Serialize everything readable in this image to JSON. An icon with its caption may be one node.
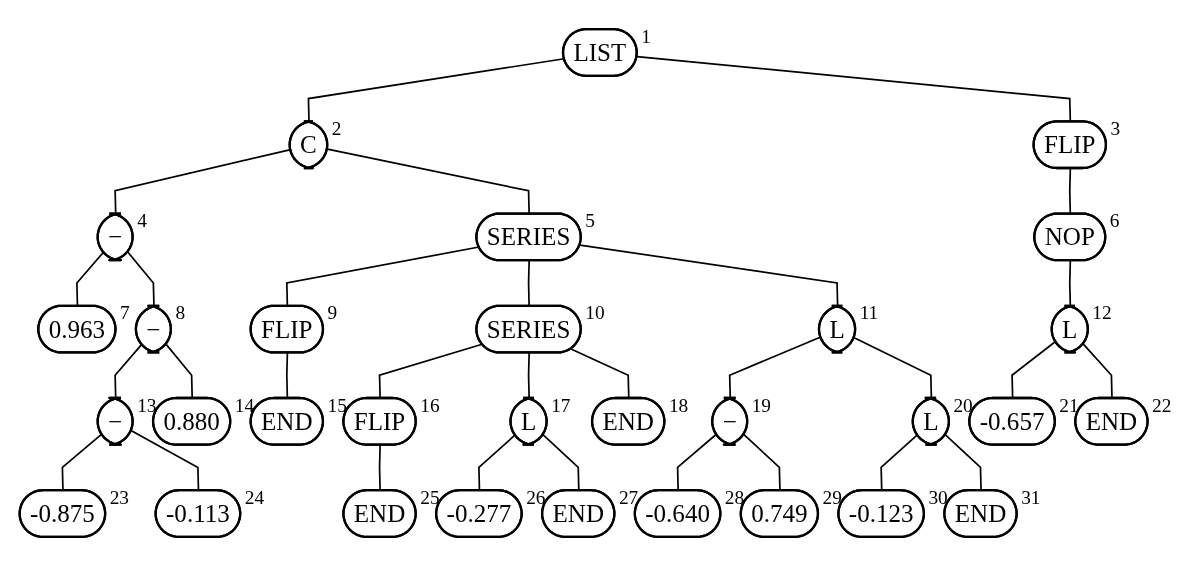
{
  "diagram": {
    "nodes": [
      {
        "text": [
          "LIST"
        ],
        "beside": [
          "1"
        ]
      },
      {
        "text": [
          "C"
        ],
        "beside": [
          "2"
        ]
      },
      {
        "text": [
          "FLIP"
        ],
        "beside": [
          "3"
        ]
      },
      {
        "text": [
          "−"
        ],
        "beside": [
          "4"
        ]
      },
      {
        "text": [
          "SERIES"
        ],
        "beside": [
          "5"
        ]
      },
      {
        "text": [
          "NOP"
        ],
        "beside": [
          "6"
        ]
      },
      {
        "text": [
          "0.963"
        ],
        "beside": [
          "7"
        ]
      },
      {
        "text": [
          "−"
        ],
        "beside": [
          "8"
        ]
      },
      {
        "text": [
          "FLIP"
        ],
        "beside": [
          "9"
        ]
      },
      {
        "text": [
          "SERIES"
        ],
        "beside": [
          "10"
        ]
      },
      {
        "text": [
          "L"
        ],
        "beside": [
          "11"
        ]
      },
      {
        "text": [
          "L"
        ],
        "beside": [
          "12"
        ]
      },
      {
        "text": [
          "−"
        ],
        "beside": [
          "13"
        ]
      },
      {
        "text": [
          "0.880"
        ],
        "beside": [
          "14"
        ]
      },
      {
        "text": [
          "END"
        ],
        "beside": [
          "15"
        ]
      },
      {
        "text": [
          "FLIP"
        ],
        "beside": [
          "16"
        ]
      },
      {
        "text": [
          "L"
        ],
        "beside": [
          "17"
        ]
      },
      {
        "text": [
          "END"
        ],
        "beside": [
          "18"
        ]
      },
      {
        "text": [
          "−"
        ],
        "beside": [
          "19"
        ]
      },
      {
        "text": [
          "L"
        ],
        "beside": [
          "20"
        ]
      },
      {
        "text": [
          "-0.657"
        ],
        "beside": [
          "21"
        ]
      },
      {
        "text": [
          "END"
        ],
        "beside": [
          "22"
        ]
      },
      {
        "text": [
          "-0.875"
        ],
        "beside": [
          "23"
        ]
      },
      {
        "text": [
          "-0.113"
        ],
        "beside": [
          "24"
        ]
      },
      {
        "text": [
          "END"
        ],
        "beside": [
          "25"
        ]
      },
      {
        "text": [
          "-0.277"
        ],
        "beside": [
          "26"
        ]
      },
      {
        "text": [
          "END"
        ],
        "beside": [
          "27"
        ]
      },
      {
        "text": [
          "-0.640"
        ],
        "beside": [
          "28"
        ]
      },
      {
        "text": [
          "0.749"
        ],
        "beside": [
          "29"
        ]
      },
      {
        "text": [
          "-0.123"
        ],
        "beside": [
          "30"
        ]
      },
      {
        "text": [
          "END"
        ],
        "beside": [
          "31"
        ]
      }
    ],
    "edges": [
      {
        "from": 0,
        "to": 1,
        "arrow": "none"
      },
      {
        "from": 0,
        "to": 2,
        "arrow": "none"
      },
      {
        "from": 1,
        "to": 3,
        "arrow": "none"
      },
      {
        "from": 1,
        "to": 4,
        "arrow": "none"
      },
      {
        "from": 2,
        "to": 5,
        "arrow": "none"
      },
      {
        "from": 3,
        "to": 6,
        "arrow": "none"
      },
      {
        "from": 3,
        "to": 7,
        "arrow": "none"
      },
      {
        "from": 4,
        "to": 8,
        "arrow": "none"
      },
      {
        "from": 4,
        "to": 9,
        "arrow": "none"
      },
      {
        "from": 4,
        "to": 10,
        "arrow": "none"
      },
      {
        "from": 5,
        "to": 11,
        "arrow": "none"
      },
      {
        "from": 7,
        "to": 12,
        "arrow": "none"
      },
      {
        "from": 7,
        "to": 13,
        "arrow": "none"
      },
      {
        "from": 8,
        "to": 14,
        "arrow": "none"
      },
      {
        "from": 9,
        "to": 15,
        "arrow": "none"
      },
      {
        "from": 9,
        "to": 16,
        "arrow": "none"
      },
      {
        "from": 9,
        "to": 17,
        "arrow": "none"
      },
      {
        "from": 10,
        "to": 18,
        "arrow": "none"
      },
      {
        "from": 10,
        "to": 19,
        "arrow": "none"
      },
      {
        "from": 11,
        "to": 20,
        "arrow": "none"
      },
      {
        "from": 11,
        "to": 21,
        "arrow": "none"
      },
      {
        "from": 12,
        "to": 22,
        "arrow": "none"
      },
      {
        "from": 12,
        "to": 23,
        "arrow": "none"
      },
      {
        "from": 15,
        "to": 24,
        "arrow": "none"
      },
      {
        "from": 16,
        "to": 25,
        "arrow": "none"
      },
      {
        "from": 16,
        "to": 26,
        "arrow": "none"
      },
      {
        "from": 18,
        "to": 27,
        "arrow": "none"
      },
      {
        "from": 18,
        "to": 28,
        "arrow": "none"
      },
      {
        "from": 19,
        "to": 29,
        "arrow": "none"
      },
      {
        "from": 19,
        "to": 30,
        "arrow": "none"
      }
    ]
  }
}
